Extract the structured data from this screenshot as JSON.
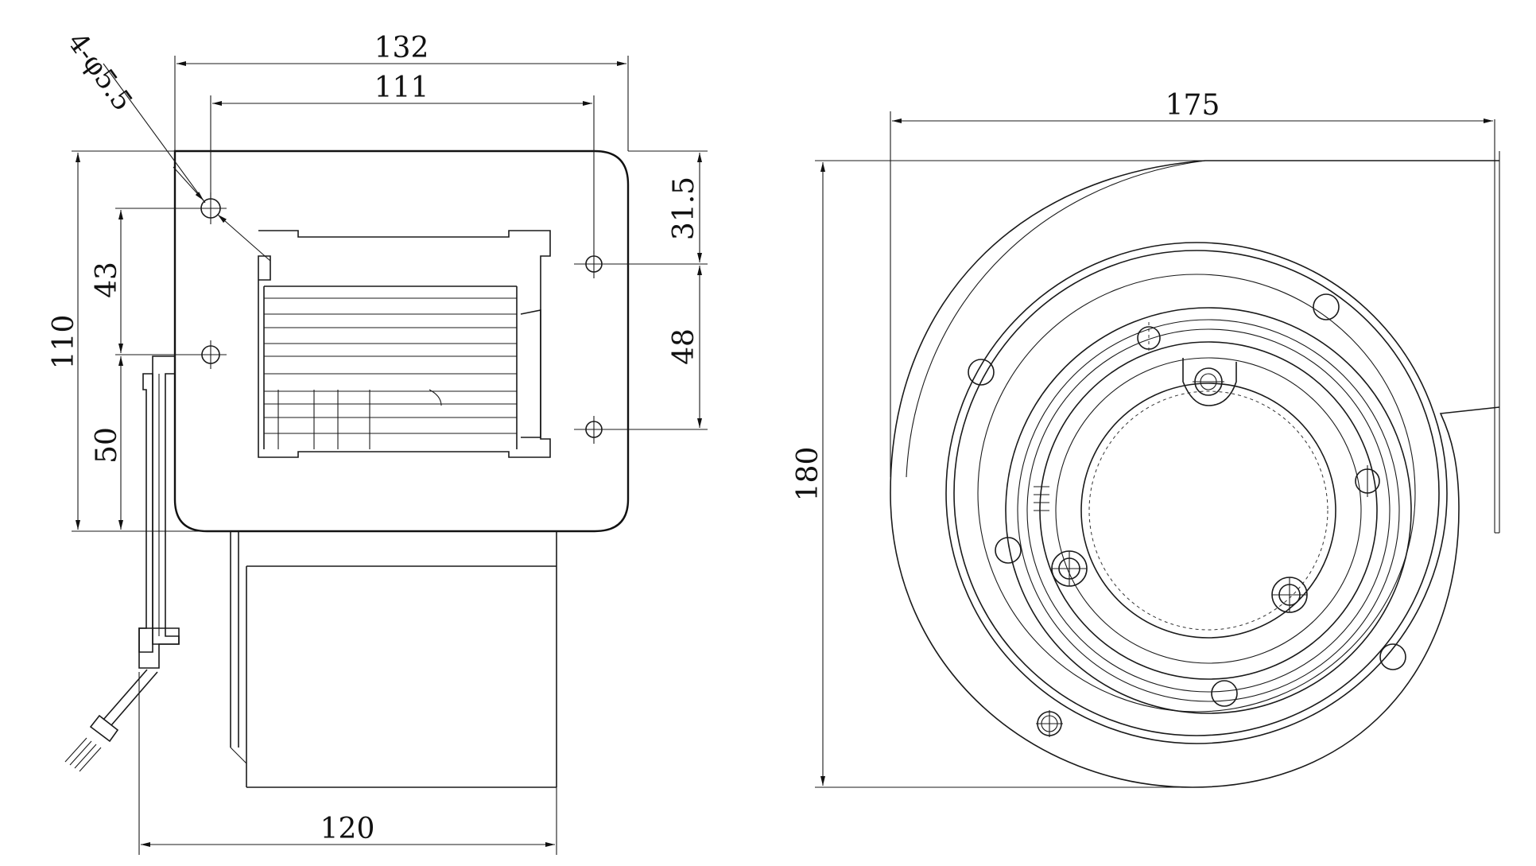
{
  "drawing": {
    "dimensions": {
      "front_total_width": "132",
      "front_hole_spacing": "111",
      "hole_spec": "4-φ5.5",
      "front_total_height": "110",
      "left_hole_offset_top": "43",
      "left_hole_offset_bottom": "50",
      "right_hole_offset_top": "31.5",
      "right_hole_spacing": "48",
      "body_width": "120",
      "side_total_width": "175",
      "side_total_height": "180"
    }
  }
}
